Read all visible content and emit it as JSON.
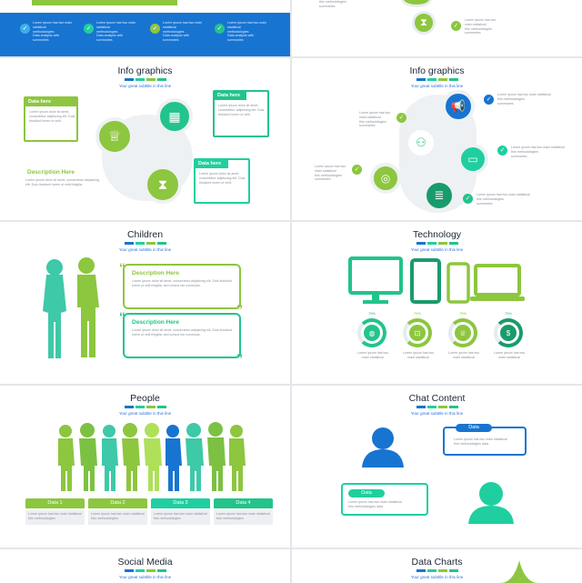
{
  "colors": {
    "green": "#8dc63f",
    "teal": "#1fcf9f",
    "blue": "#1874d1",
    "dark": "#1d2635"
  },
  "top_left": {
    "items": [
      "Lorem ipsum has two main statistical\nmethodologies\nData analysis with\nsummaries",
      "Lorem ipsum has two main statistical\nmethodologies\nData analysis with\nsummaries",
      "Lorem ipsum has two main statistical\nmethodologies\nData analysis with\nsummaries",
      "Lorem ipsum has two main statistical\nmethodologies\nData analysis with\nsummaries"
    ]
  },
  "top_right": {
    "lines": [
      "this methodologies\nsummaries",
      "Lorem ipsum has two\nmain statistical\nthis methodologies\nsummaries"
    ]
  },
  "infographics1": {
    "title": "Info graphics",
    "subtitle": "Your great subtitle in this line",
    "card1_label": "Data here",
    "card2_label": "Data here",
    "card3_label": "Data here",
    "card_text": "Lorem ipsum dolor sit amet, consectetur adipiscing elit. Duis tincidunt lorem ut velit.",
    "desc_label": "Description Here",
    "desc_text": "Lorem ipsum dolor sit amet, consectetur adipiscing elit. Duis tincidunt lorem ut velit fringilla."
  },
  "infographics2": {
    "title": "Info graphics",
    "subtitle": "Your great subtitle in this line",
    "text": "Lorem ipsum has two main statistical\nthis methodologies\nsummaries"
  },
  "children": {
    "title": "Children",
    "subtitle": "Your great subtitle in this line",
    "desc1_label": "Description Here",
    "desc2_label": "Description Here",
    "desc_text": "Lorem ipsum dolor sit amet, consectetur adipiscing elit. Duis tincidunt lorem ut velit fringilla, sed cursus est commodo."
  },
  "technology": {
    "title": "Technology",
    "subtitle": "Your great subtitle in this line",
    "percents": [
      "75%",
      "75%",
      "75%",
      "75%"
    ],
    "caption": "Lorem ipsum has two\nmain statistical"
  },
  "people": {
    "title": "People",
    "subtitle": "Your great subtitle in this line",
    "tabs": [
      "Data 1",
      "Data 2",
      "Data 3",
      "Data 4"
    ],
    "caption": "Lorem ipsum has two main statistical\nthis methodologies"
  },
  "chat": {
    "title": "Chat Content",
    "subtitle": "Your great subtitle in this line",
    "bubble1_label": "Data",
    "bubble2_label": "Data",
    "bubble_text": "Lorem ipsum has two main statistical\nthis methodologies data"
  },
  "social": {
    "title": "Social Media",
    "subtitle": "Your great subtitle in this line"
  },
  "datacharts": {
    "title": "Data Charts",
    "subtitle": "Your great subtitle in this line"
  }
}
